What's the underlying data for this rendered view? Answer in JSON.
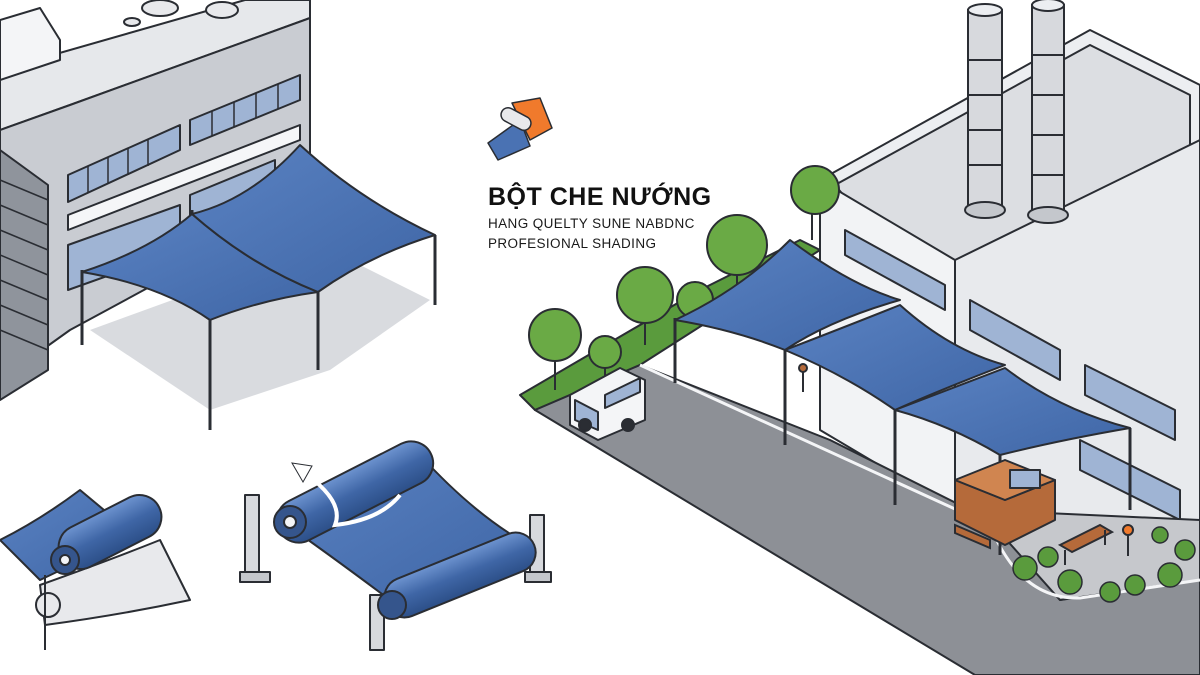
{
  "brand": {
    "title": "BỘT CHE NƯỚNG",
    "subtitle_line1": "HANG QUELTY SUNE NABDNC",
    "subtitle_line2": "PROFESIONAL SHADING"
  },
  "colors": {
    "shade_blue": "#4a72b3",
    "shade_blue_dark": "#35558c",
    "accent_orange": "#f07a2c",
    "building_grey": "#c9ccd2",
    "building_light": "#eceef1",
    "road_grey": "#8d9096",
    "grass_green": "#5a9b3d",
    "tree_green": "#6aaa45",
    "outline": "#2a2d33"
  }
}
